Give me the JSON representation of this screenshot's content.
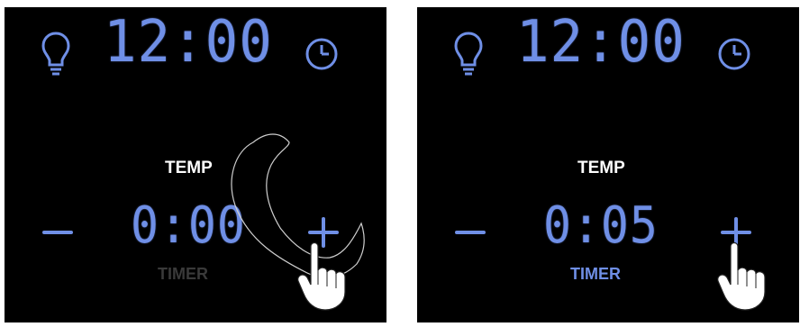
{
  "panels": [
    {
      "clock": "12:00",
      "temp_label": "TEMP",
      "timer_value": "0:00",
      "timer_label": "TIMER",
      "timer_label_state": "dim",
      "icons": [
        "light-bulb-icon",
        "clock-icon",
        "minus-icon",
        "plus-icon",
        "hand-pointer-icon",
        "swipe-gesture-icon"
      ]
    },
    {
      "clock": "12:00",
      "temp_label": "TEMP",
      "timer_value": "0:05",
      "timer_label": "TIMER",
      "timer_label_state": "lit",
      "icons": [
        "light-bulb-icon",
        "clock-icon",
        "minus-icon",
        "plus-icon",
        "hand-pointer-icon"
      ]
    }
  ],
  "colors": {
    "display_blue": "#6f8fe6",
    "background": "#000000",
    "label_white": "#ffffff",
    "dim_gray": "#3a3a3a"
  }
}
